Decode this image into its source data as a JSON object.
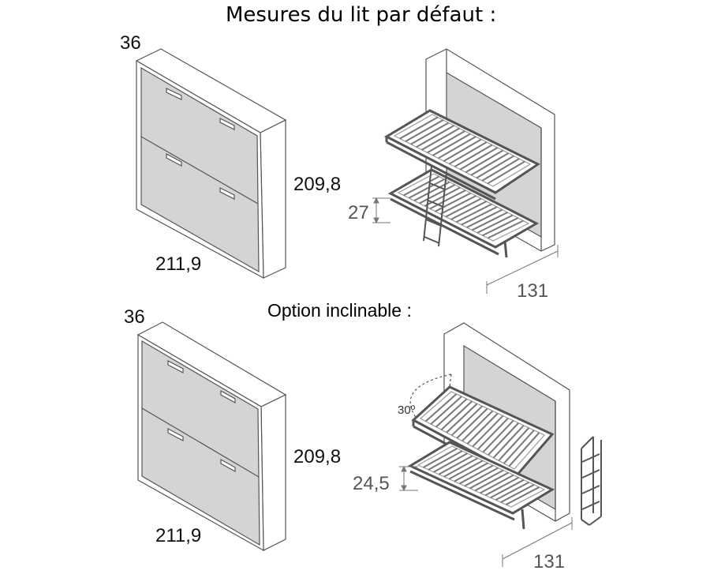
{
  "title": "Mesures du lit par défaut :",
  "subtitle": "Option inclinable :",
  "default_bed": {
    "depth": "36",
    "height": "209,8",
    "width": "211,9",
    "bunk_gap": "27",
    "open_depth": "131"
  },
  "tilting_bed": {
    "depth": "36",
    "height": "209,8",
    "width": "211,9",
    "bunk_gap": "24,5",
    "open_depth": "131",
    "tilt_angle": "30º"
  },
  "colors": {
    "cabinet_panel": "#d4d4d4",
    "frame_line": "#555555",
    "slat_dark": "#666666",
    "slat_light": "#bfbfbf"
  }
}
